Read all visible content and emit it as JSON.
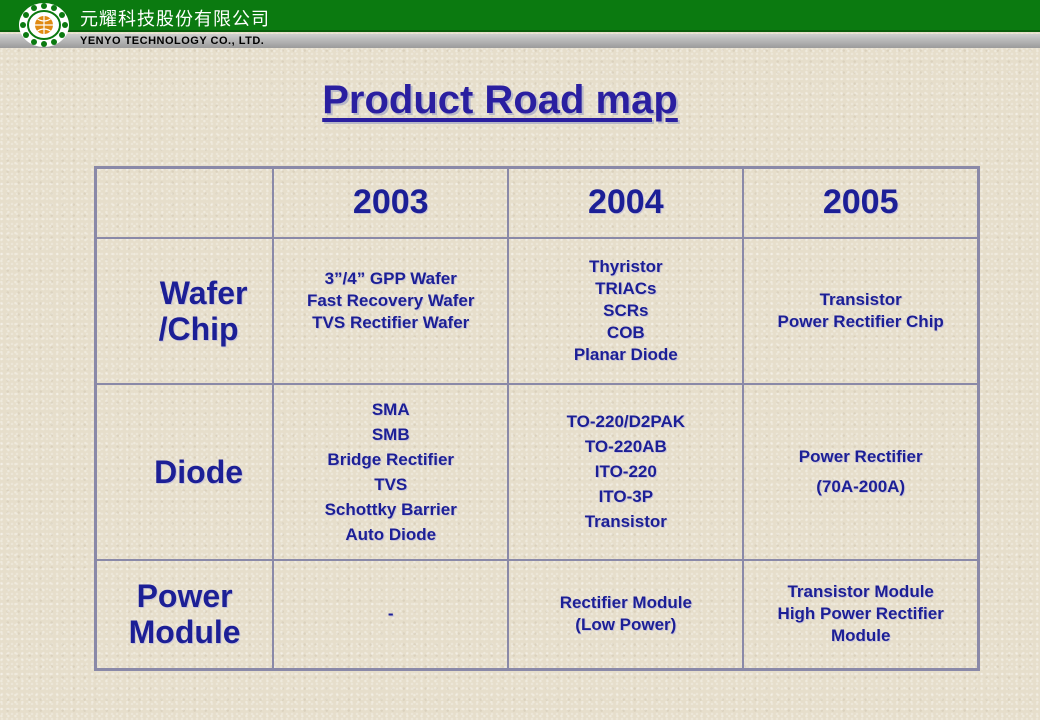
{
  "header": {
    "company_cn": "元耀科技股份有限公司",
    "company_en": "YENYO TECHNOLOGY CO., LTD.",
    "logo_icon": "yenyo-leaf-globe-logo",
    "brand_green": "#0b7a10"
  },
  "title": "Product Road map",
  "table": {
    "years": [
      "2003",
      "2004",
      "2005"
    ],
    "rows": [
      {
        "label_lines": [
          "Wafer",
          "/Chip"
        ],
        "cells": [
          [
            "3”/4” GPP Wafer",
            "Fast Recovery Wafer",
            "TVS Rectifier Wafer"
          ],
          [
            "Thyristor",
            "TRIACs",
            "SCRs",
            "COB",
            "Planar Diode"
          ],
          [
            "Transistor",
            "Power Rectifier Chip"
          ]
        ]
      },
      {
        "label_lines": [
          "Diode"
        ],
        "cells": [
          [
            "SMA",
            "SMB",
            "Bridge Rectifier",
            "TVS",
            "Schottky Barrier",
            "Auto Diode"
          ],
          [
            "TO-220/D2PAK",
            "TO-220AB",
            "ITO-220",
            "ITO-3P",
            "Transistor"
          ],
          [
            "Power Rectifier",
            "(70A-200A)"
          ]
        ]
      },
      {
        "label_lines": [
          "Power",
          "Module"
        ],
        "cells": [
          [
            "-"
          ],
          [
            "Rectifier Module",
            "(Low Power)"
          ],
          [
            "Transistor Module",
            "High Power Rectifier",
            "Module"
          ]
        ]
      }
    ]
  },
  "colors": {
    "text_blue": "#1c1f96",
    "title_blue": "#2a1fa0",
    "grid": "#8a89a8"
  }
}
